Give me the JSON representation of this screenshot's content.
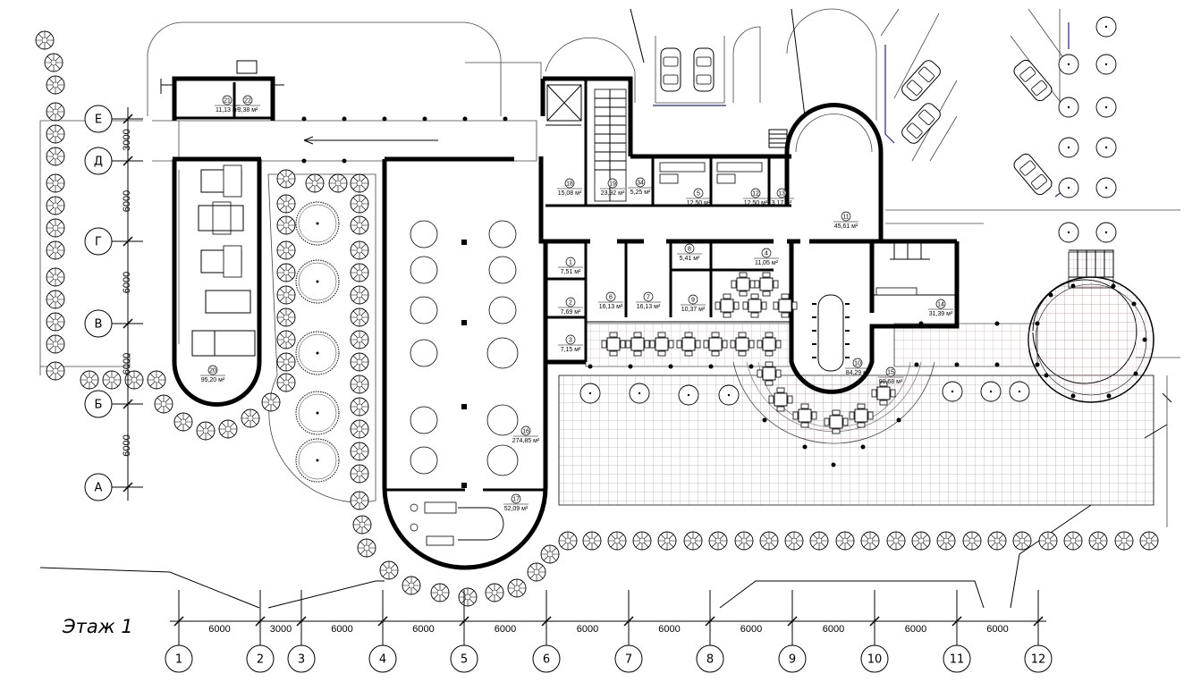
{
  "title": "Этаж 1",
  "axes_horizontal": [
    {
      "label": "1"
    },
    {
      "label": "2"
    },
    {
      "label": "3"
    },
    {
      "label": "4"
    },
    {
      "label": "5"
    },
    {
      "label": "6"
    },
    {
      "label": "7"
    },
    {
      "label": "8"
    },
    {
      "label": "9"
    },
    {
      "label": "10"
    },
    {
      "label": "11"
    },
    {
      "label": "12"
    }
  ],
  "axes_vertical": [
    {
      "label": "Е"
    },
    {
      "label": "Д"
    },
    {
      "label": "Г"
    },
    {
      "label": "В"
    },
    {
      "label": "Б"
    },
    {
      "label": "А"
    }
  ],
  "dims_horizontal": [
    "6000",
    "3000",
    "6000",
    "6000",
    "6000",
    "6000",
    "6000",
    "6000",
    "6000",
    "6000",
    "6000"
  ],
  "dims_vertical": [
    "3000",
    "6000",
    "6000",
    "6000",
    "6000"
  ],
  "rooms": [
    {
      "num": "21",
      "area": "11,13 м²"
    },
    {
      "num": "22",
      "area": "3,38 м²"
    },
    {
      "num": "20",
      "area": "95,20 м²"
    },
    {
      "num": "16",
      "area": "274,85 м²"
    },
    {
      "num": "17",
      "area": "52,09 м²"
    },
    {
      "num": "18",
      "area": "15,08 м²"
    },
    {
      "num": "19",
      "area": "23,92 м²"
    },
    {
      "num": "34",
      "area": "5,25 м²"
    },
    {
      "num": "5",
      "area": "12,50 м²"
    },
    {
      "num": "12",
      "area": "12,50 м²"
    },
    {
      "num": "13",
      "area": "3,17 м²"
    },
    {
      "num": "11",
      "area": "45,61 м²"
    },
    {
      "num": "1",
      "area": "7,51 м²"
    },
    {
      "num": "2",
      "area": "7,69 м²"
    },
    {
      "num": "3",
      "area": "7,15 м²"
    },
    {
      "num": "6",
      "area": "16,13 м²"
    },
    {
      "num": "7",
      "area": "16,13 м²"
    },
    {
      "num": "8",
      "area": "5,41 м²"
    },
    {
      "num": "9",
      "area": "10,37 м²"
    },
    {
      "num": "4",
      "area": "11,05 м²"
    },
    {
      "num": "14",
      "area": "31,39 м²"
    },
    {
      "num": "10",
      "area": "84,29 м²"
    },
    {
      "num": "15",
      "area": "90,68 м²"
    }
  ]
}
